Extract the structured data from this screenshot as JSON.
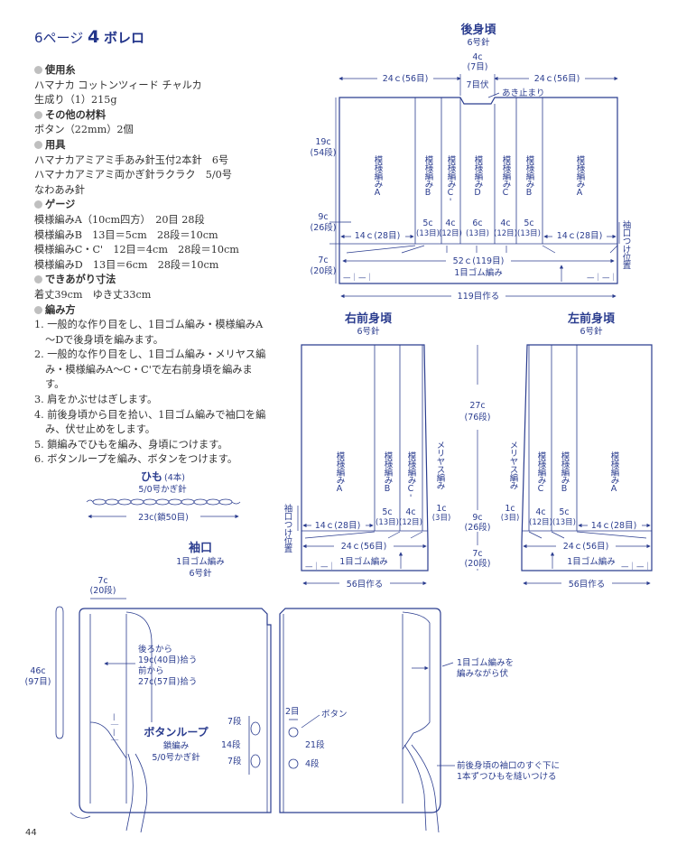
{
  "header": {
    "prefix": "6ページ",
    "number": "4",
    "title": "ボレロ"
  },
  "instructions": {
    "yarn_heading": "使用糸",
    "yarn_lines": [
      "ハマナカ コットンツィード チャルカ",
      "生成り（1）215g"
    ],
    "other_heading": "その他の材料",
    "other_lines": [
      "ボタン（22mm）2個"
    ],
    "tools_heading": "用具",
    "tools_lines": [
      "ハマナカアミアミ手あみ針玉付2本針　6号",
      "ハマナカアミアミ両かぎ針ラクラク　5/0号",
      "なわあみ針"
    ],
    "gauge_heading": "ゲージ",
    "gauge_lines": [
      "模様編みA（10cm四方）　20目 28段",
      "模様編みB　13目＝5cm　28段＝10cm",
      "模様編みC・C'　12目＝4cm　28段＝10cm",
      "模様編みD　13目＝6cm　28段＝10cm"
    ],
    "size_heading": "できあがり寸法",
    "size_lines": [
      "着丈39cm　ゆき丈33cm"
    ],
    "method_heading": "編み方",
    "steps": [
      "1. 一般的な作り目をし、1目ゴム編み・模様編みA～Dで後身頃を編みます。",
      "2. 一般的な作り目をし、1目ゴム編み・メリヤス編み・模様編みA～C・C'で左右前身頃を編みます。",
      "3. 肩をかぶせはぎします。",
      "4. 前後身頃から目を拾い、1目ゴム編みで袖口を編み、伏せ止めをします。",
      "5. 鎖編みでひもを編み、身頃につけます。",
      "6. ボタンループを編み、ボタンをつけます。"
    ]
  },
  "back": {
    "title": "後身頃",
    "needle": "6号針",
    "width_left": "24ｃ(56目)",
    "width_right": "24ｃ(56目)",
    "center_cm": "4c",
    "center_rows": "(7目)",
    "center_st": "7目伏",
    "akidome": "あき止まり",
    "h_upper_cm": "19c",
    "h_upper_rows": "(54段)",
    "h_mid_cm": "9c",
    "h_mid_rows": "(26段)",
    "h_low_cm": "7c",
    "h_low_rows": "(20段)",
    "panels": [
      "模様編みA",
      "模様編みB",
      "模様編みC'",
      "模様編みD",
      "模様編みC",
      "模様編みB",
      "模様編みA"
    ],
    "sub_left": "14ｃ(28目)",
    "sub_right": "14ｃ(28目)",
    "sub_mid": [
      {
        "cm": "5c",
        "st": "(13目)"
      },
      {
        "cm": "4c",
        "st": "(12目)"
      },
      {
        "cm": "6c",
        "st": "(13目)"
      },
      {
        "cm": "4c",
        "st": "(12目)"
      },
      {
        "cm": "5c",
        "st": "(13目)"
      }
    ],
    "rib_width": "52ｃ(119目)",
    "rib_label": "1目ゴム編み",
    "cast_on": "119目作る",
    "sleeve_attach": "袖口つけ位置",
    "rib_sym": "—｜—｜"
  },
  "right_front": {
    "title": "右前身頃",
    "needle": "6号針",
    "panels": [
      "模様編みA",
      "模様編みB",
      "模様編みC'"
    ],
    "stockinette": "メリヤス編み",
    "sub_a": "14ｃ(28目)",
    "sub_b_cm": "5c",
    "sub_b_st": "(13目)",
    "sub_c_cm": "4c",
    "sub_c_st": "(12目)",
    "sub_s_cm": "1c",
    "sub_s_st": "(3目)",
    "width": "24ｃ(56目)",
    "rib_label": "1目ゴム編み",
    "cast_on": "56目作る",
    "sleeve_attach": "袖口つけ位置"
  },
  "center_dims": {
    "h1_cm": "27c",
    "h1_rows": "(76段)",
    "h2_cm": "9c",
    "h2_rows": "(26段)",
    "h3_cm": "7c",
    "h3_rows": "(20段)"
  },
  "left_front": {
    "title": "左前身頃",
    "needle": "6号針",
    "panels": [
      "模様編みC",
      "模様編みB",
      "模様編みA"
    ],
    "stockinette": "メリヤス編み",
    "sub_s_cm": "1c",
    "sub_s_st": "(3目)",
    "sub_c_cm": "4c",
    "sub_c_st": "(12目)",
    "sub_b_cm": "5c",
    "sub_b_st": "(13目)",
    "sub_a": "14ｃ(28目)",
    "width": "24ｃ(56目)",
    "rib_label": "1目ゴム編み",
    "cast_on": "56目作る"
  },
  "tie": {
    "title": "ひも",
    "count": "(4本)",
    "hook": "5/0号かぎ針",
    "length": "23c(鎖50目)"
  },
  "cuff": {
    "title": "袖口",
    "stitch": "1目ゴム編み",
    "needle": "6号針",
    "width_cm": "7c",
    "width_rows": "(20段)",
    "length_cm": "46c",
    "length_rows": "(97目)",
    "pickup_1": "後ろから",
    "pickup_2": "19c(40目)拾う",
    "pickup_3": "前から",
    "pickup_4": "27c(57目)拾う",
    "rows_7a": "7段",
    "rows_14": "14段",
    "rows_7b": "7段",
    "loop_title": "ボタンループ",
    "loop_stitch": "鎖編み",
    "loop_hook": "5/0号かぎ針",
    "st2": "2目",
    "button": "ボタン",
    "rows_21": "21段",
    "rows_4": "4段",
    "note1": "1目ゴム編みを",
    "note2": "編みながら伏",
    "note3": "前後身頃の袖口のすぐ下に",
    "note4": "1本ずつひもを縫いつける"
  },
  "page_number": "44"
}
